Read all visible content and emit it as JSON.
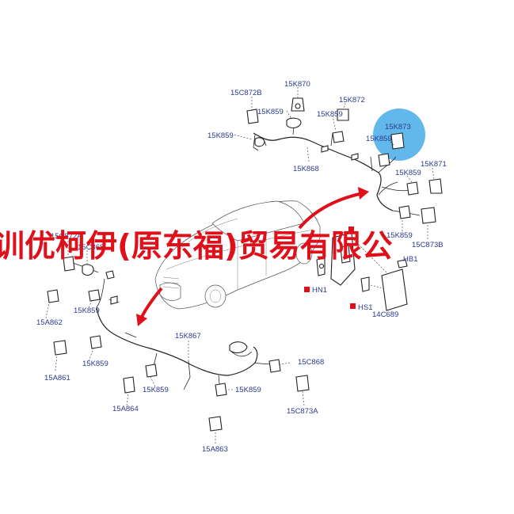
{
  "labels": {
    "upper": [
      "15K870",
      "15C872B",
      "15K872",
      "15K859",
      "15K859",
      "15K873",
      "15K859",
      "15K859",
      "15K868",
      "15K871",
      "15K859",
      "15K859",
      "15C873B"
    ],
    "middle": [
      "HB1",
      "HN1",
      "HS1",
      "14C689"
    ],
    "lower": [
      "15C872A",
      "15C868",
      "15A862",
      "15K859",
      "15A861",
      "15K859",
      "15K867",
      "15C868",
      "15K859",
      "15K859",
      "15A864",
      "15C873A",
      "15A863"
    ]
  },
  "watermark": "训优柯伊(原东福)贸易有限公",
  "colors": {
    "label": "#2b3a8f",
    "watermark": "#e0101a",
    "highlight": "#5ab4ea",
    "arrow": "#e0101a",
    "marker": "#e0101a"
  }
}
